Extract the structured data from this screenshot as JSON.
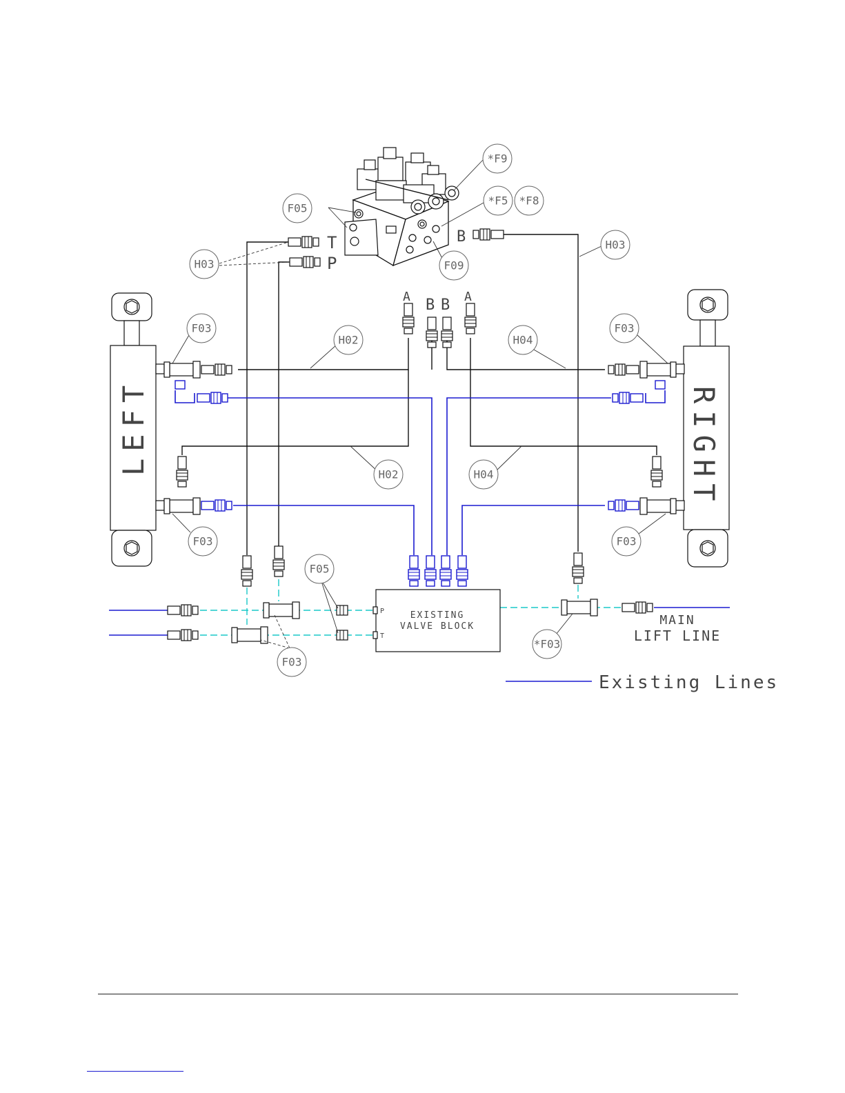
{
  "labels": {
    "left": "LEFT",
    "right": "RIGHT",
    "port_T": "T",
    "port_P": "P",
    "port_B_top": "B",
    "port_A1": "A",
    "port_B1": "B",
    "port_B2": "B",
    "port_A2": "A",
    "valve_block_line1": "EXISTING",
    "valve_block_line2": "VALVE BLOCK",
    "valve_block_port_P": "P",
    "valve_block_port_T": "T",
    "main_lift_line1": "MAIN",
    "main_lift_line2": "LIFT LINE",
    "legend": "Existing Lines"
  },
  "callouts": {
    "f9": "*F9",
    "f5": "*F5",
    "f8": "*F8",
    "f05_top": "F05",
    "f09": "F09",
    "h03_left": "H03",
    "h03_right": "H03",
    "h02_top": "H02",
    "h04_top": "H04",
    "f03_ul": "F03",
    "f03_ur": "F03",
    "h02_bottom": "H02",
    "h04_bottom": "H04",
    "f03_ll": "F03",
    "f03_lr": "F03",
    "f05_bottom": "F05",
    "f03_bottom": "F03",
    "f03_star": "*F03"
  },
  "colors": {
    "hose": "#111111",
    "existing_line": "#1a1ad0",
    "dashed_line": "#18c8c8",
    "callout": "#666666"
  }
}
